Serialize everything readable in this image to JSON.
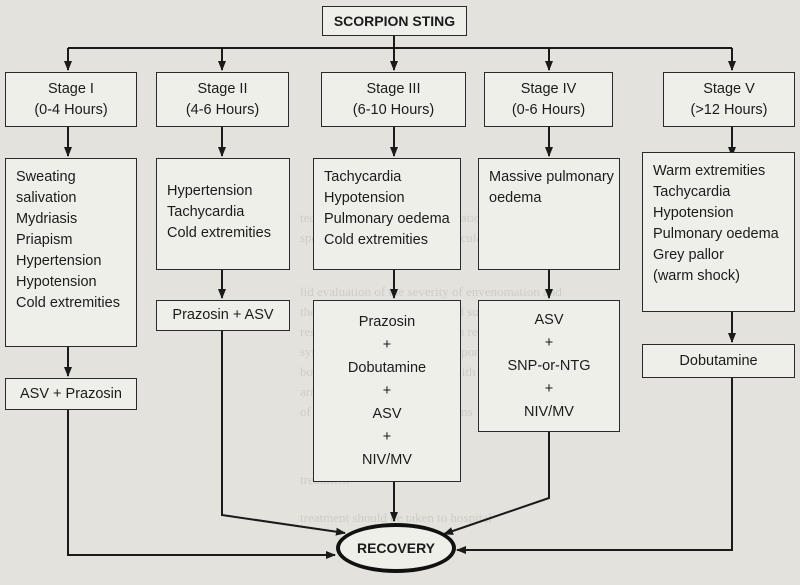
{
  "title": "SCORPION STING",
  "stages": [
    {
      "name": "Stage I",
      "time": "(0-4 Hours)",
      "symptoms": [
        "Sweating",
        "salivation",
        "Mydriasis",
        "Priapism",
        "Hypertension",
        "Hypotension",
        "Cold extremities"
      ],
      "treatment": [
        "ASV + Prazosin"
      ]
    },
    {
      "name": "Stage II",
      "time": "(4-6 Hours)",
      "symptoms": [
        "Hypertension",
        "Tachycardia",
        "Cold extremities"
      ],
      "treatment": [
        "Prazosin + ASV"
      ]
    },
    {
      "name": "Stage III",
      "time": "(6-10 Hours)",
      "symptoms": [
        "Tachycardia",
        "Hypotension",
        "Pulmonary oedema",
        "Cold extremities"
      ],
      "treatment": [
        "Prazosin",
        "+",
        "Dobutamine",
        "+",
        "ASV",
        "+",
        "NIV/MV"
      ]
    },
    {
      "name": "Stage IV",
      "time": "(0-6 Hours)",
      "symptoms": [
        "Massive pulmonary",
        "oedema"
      ],
      "treatment": [
        "ASV",
        "+",
        "SNP-or-NTG",
        "+",
        "NIV/MV"
      ]
    },
    {
      "name": "Stage V",
      "time": "(>12 Hours)",
      "symptoms": [
        "Warm extremities",
        "Tachycardia",
        "Hypotension",
        "Pulmonary oedema",
        "Grey pallor",
        "(warm shock)"
      ],
      "treatment": [
        "Dobutamine"
      ]
    }
  ],
  "outcome": "RECOVERY"
}
